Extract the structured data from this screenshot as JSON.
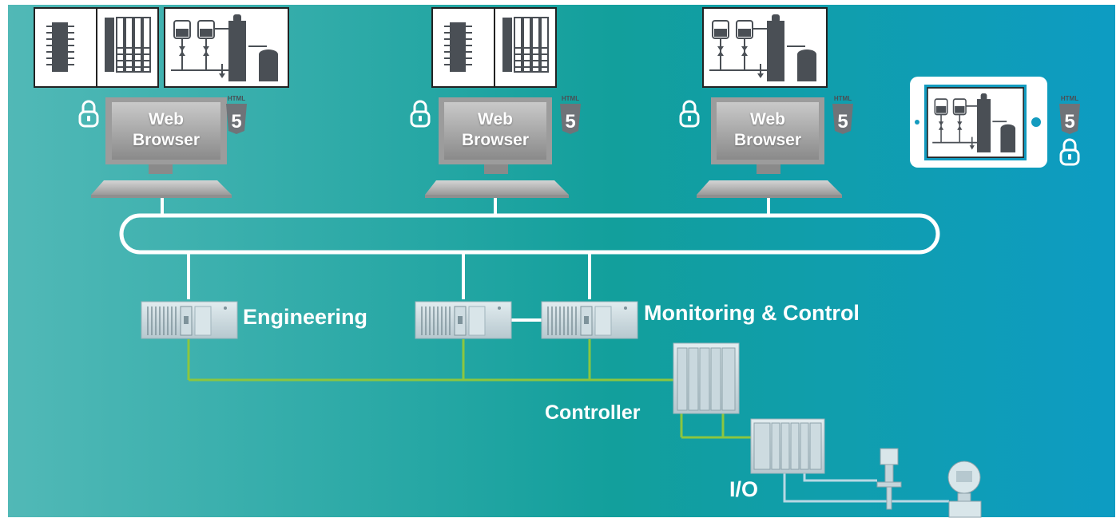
{
  "workstations": [
    {
      "line1": "Web",
      "line2": "Browser"
    },
    {
      "line1": "Web",
      "line2": "Browser"
    },
    {
      "line1": "Web",
      "line2": "Browser"
    }
  ],
  "html5": {
    "badge_text": "HTML",
    "digit": "5"
  },
  "labels": {
    "engineering": "Engineering",
    "monitoring": "Monitoring & Control",
    "controller": "Controller",
    "io": "I/O"
  },
  "colors": {
    "background_left": "#4db8b8",
    "background_right": "#0f9cc2",
    "network_line": "#ffffff",
    "plant_bus": "#8cc63f",
    "panel": "#ffffff",
    "icon_dark": "#4a4f55"
  },
  "icons": [
    "lock-icon",
    "html5-icon",
    "monitor-icon",
    "keyboard-icon",
    "tablet-icon",
    "server-icon",
    "controller-icon",
    "io-module-icon",
    "sensor-icon",
    "transmitter-icon"
  ]
}
